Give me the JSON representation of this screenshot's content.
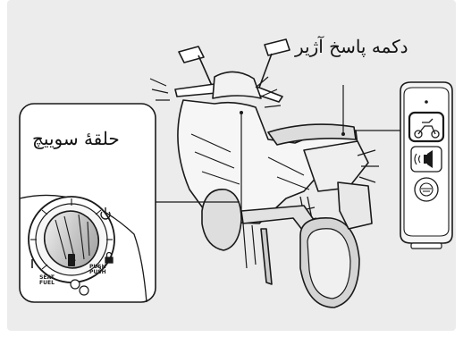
{
  "labels": {
    "remote_button": "دکمه پاسخ آژیر",
    "switch_ring": "حلقۀ سوییچ"
  },
  "ignition_marks": {
    "seat_fuel_line1": "SEAT",
    "seat_fuel_line2": "FUEL",
    "push_line1": "PUSH",
    "push_line2": "PUSH"
  },
  "colors": {
    "background": "#ececec",
    "line": "#1a1a1a"
  },
  "icons": [
    "motorcycle-icon",
    "alarm-sound-icon",
    "smart-key-icon",
    "power-icon",
    "lock-icon"
  ]
}
